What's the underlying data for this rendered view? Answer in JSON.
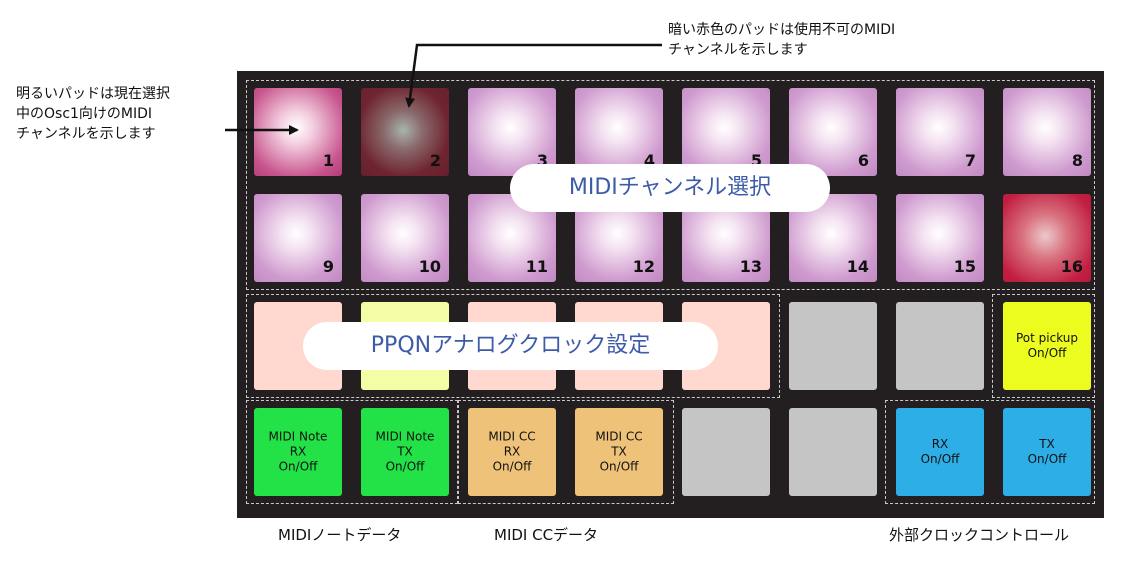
{
  "callouts": {
    "left_lines": [
      "明るいパッドは現在選択",
      "中のOsc1向けのMIDI",
      "チャンネルを示します"
    ],
    "top_lines": [
      "暗い赤色のパッドは使用不可のMIDI",
      "チャンネルを示します"
    ]
  },
  "section_labels": {
    "midi_channel": "MIDIチャンネル選択",
    "ppqn": "PPQNアナログクロック設定"
  },
  "channel_pads": [
    "1",
    "2",
    "3",
    "4",
    "5",
    "6",
    "7",
    "8",
    "9",
    "10",
    "11",
    "12",
    "13",
    "14",
    "15",
    "16"
  ],
  "pot_pickup": [
    "Pot pickup",
    "On/Off"
  ],
  "note_rx": [
    "MIDI Note",
    "RX",
    "On/Off"
  ],
  "note_tx": [
    "MIDI Note",
    "TX",
    "On/Off"
  ],
  "cc_rx": [
    "MIDI CC",
    "RX",
    "On/Off"
  ],
  "cc_tx": [
    "MIDI CC",
    "TX",
    "On/Off"
  ],
  "clock_rx": [
    "RX",
    "On/Off"
  ],
  "clock_tx": [
    "TX",
    "On/Off"
  ],
  "bottom_labels": {
    "note_data": "MIDIノートデータ",
    "cc_data": "MIDI CCデータ",
    "clock_control": "外部クロックコントロール"
  },
  "colors": {
    "frame": "#231f20",
    "bubble_text": "#3d5ba8",
    "green": "#22e248",
    "gold": "#efc279",
    "blue": "#2eaee6",
    "yellow": "#ecfc1f",
    "peach": "#ffd9d0",
    "gray": "#c5c5c5"
  }
}
